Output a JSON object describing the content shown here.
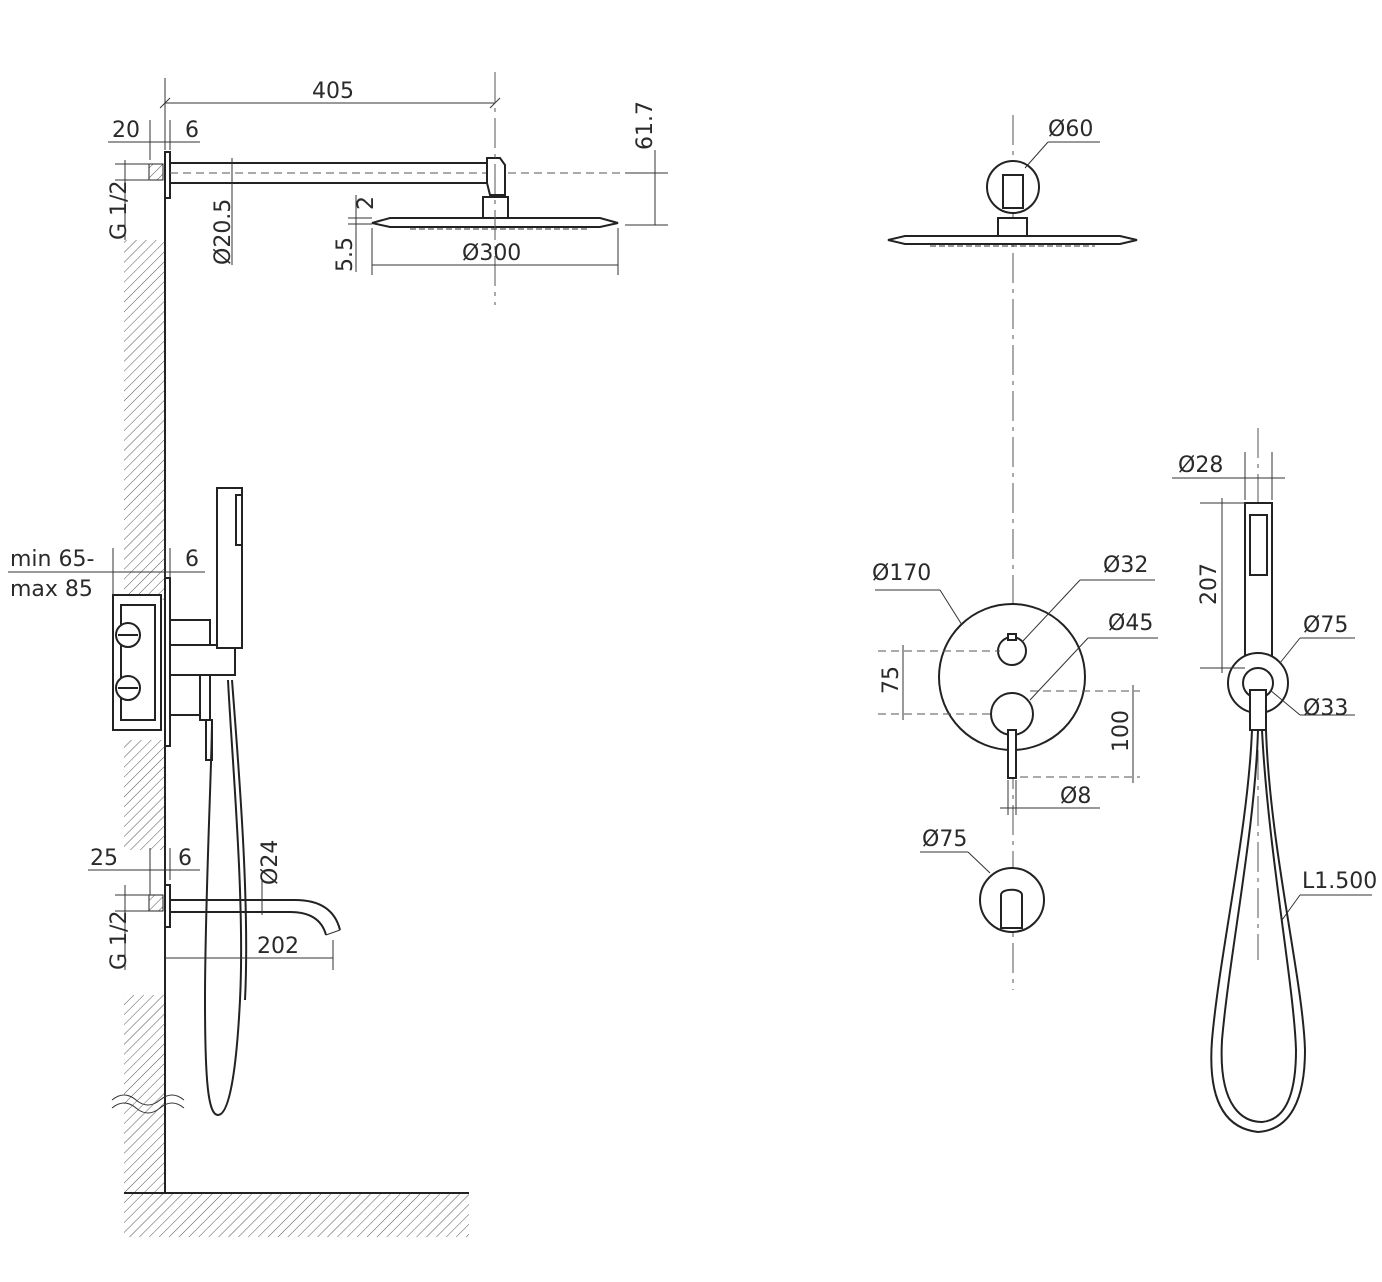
{
  "dimensions": {
    "arm_length": "405",
    "wall_offset_top": "20",
    "flange_top": "6",
    "head_height": "61.7",
    "thread_top": "G 1/2",
    "arm_diameter": "Ø20.5",
    "head_gap": "2",
    "head_thickness": "5.5",
    "head_diameter_side": "Ø300",
    "head_connector_diameter": "Ø60",
    "install_depth_line1": "min 65-",
    "install_depth_line2": "max 85",
    "flange_mid": "6",
    "spout_offset": "25",
    "flange_spout": "6",
    "spout_pipe_diameter": "Ø24",
    "thread_bottom": "G 1/2",
    "spout_length": "202",
    "plate_diameter": "Ø170",
    "diverter_knob_diameter": "Ø32",
    "lever_knob_diameter": "Ø45",
    "knob_spacing": "75",
    "lever_length": "100",
    "lever_width": "Ø8",
    "spout_rosette_diameter": "Ø75",
    "handshower_diameter": "Ø28",
    "handshower_length": "207",
    "holder_rosette_diameter": "Ø75",
    "holder_outlet_diameter": "Ø33",
    "hose_length": "L1.500"
  }
}
